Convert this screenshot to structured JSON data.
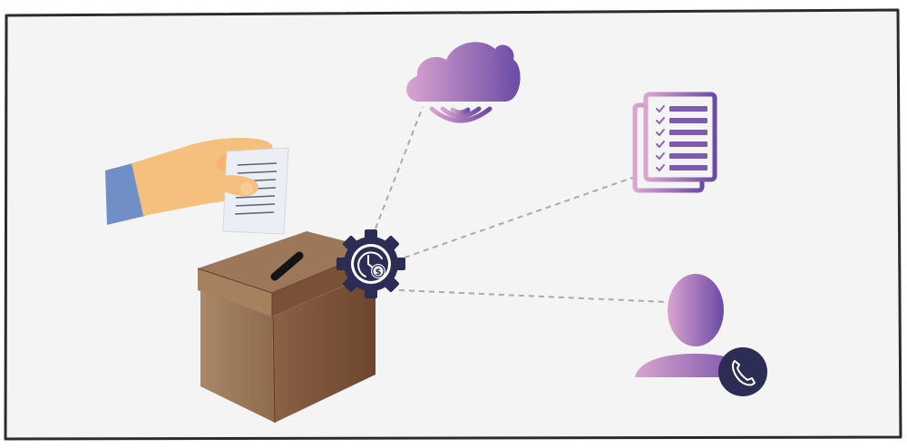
{
  "diagram": {
    "background_color": "#f4f4f4",
    "border_color": "#2b2b2b",
    "nodes": [
      {
        "name": "ballot-box",
        "icon": "ballot-box-icon"
      },
      {
        "name": "hand-with-ballot",
        "icon": "hand-ballot-icon"
      },
      {
        "name": "hub-gear",
        "icon": "gear-clock-dollar-icon"
      },
      {
        "name": "cloud",
        "icon": "cloud-wifi-icon"
      },
      {
        "name": "documents",
        "icon": "checklist-document-icon"
      },
      {
        "name": "person",
        "icon": "user-phone-icon"
      }
    ],
    "edges": [
      {
        "from": "hub-gear",
        "to": "cloud",
        "style": "dashed"
      },
      {
        "from": "hub-gear",
        "to": "documents",
        "style": "dashed"
      },
      {
        "from": "hub-gear",
        "to": "person",
        "style": "dashed"
      }
    ],
    "colors": {
      "gradient_start": "#dba4cf",
      "gradient_end": "#6b4aa6",
      "box_light": "#a78465",
      "box_dark": "#7d5338",
      "gear": "#2b2d55",
      "sleeve": "#6f8fc6",
      "skin": "#f5c07d",
      "connector": "#aaaaaa"
    }
  }
}
